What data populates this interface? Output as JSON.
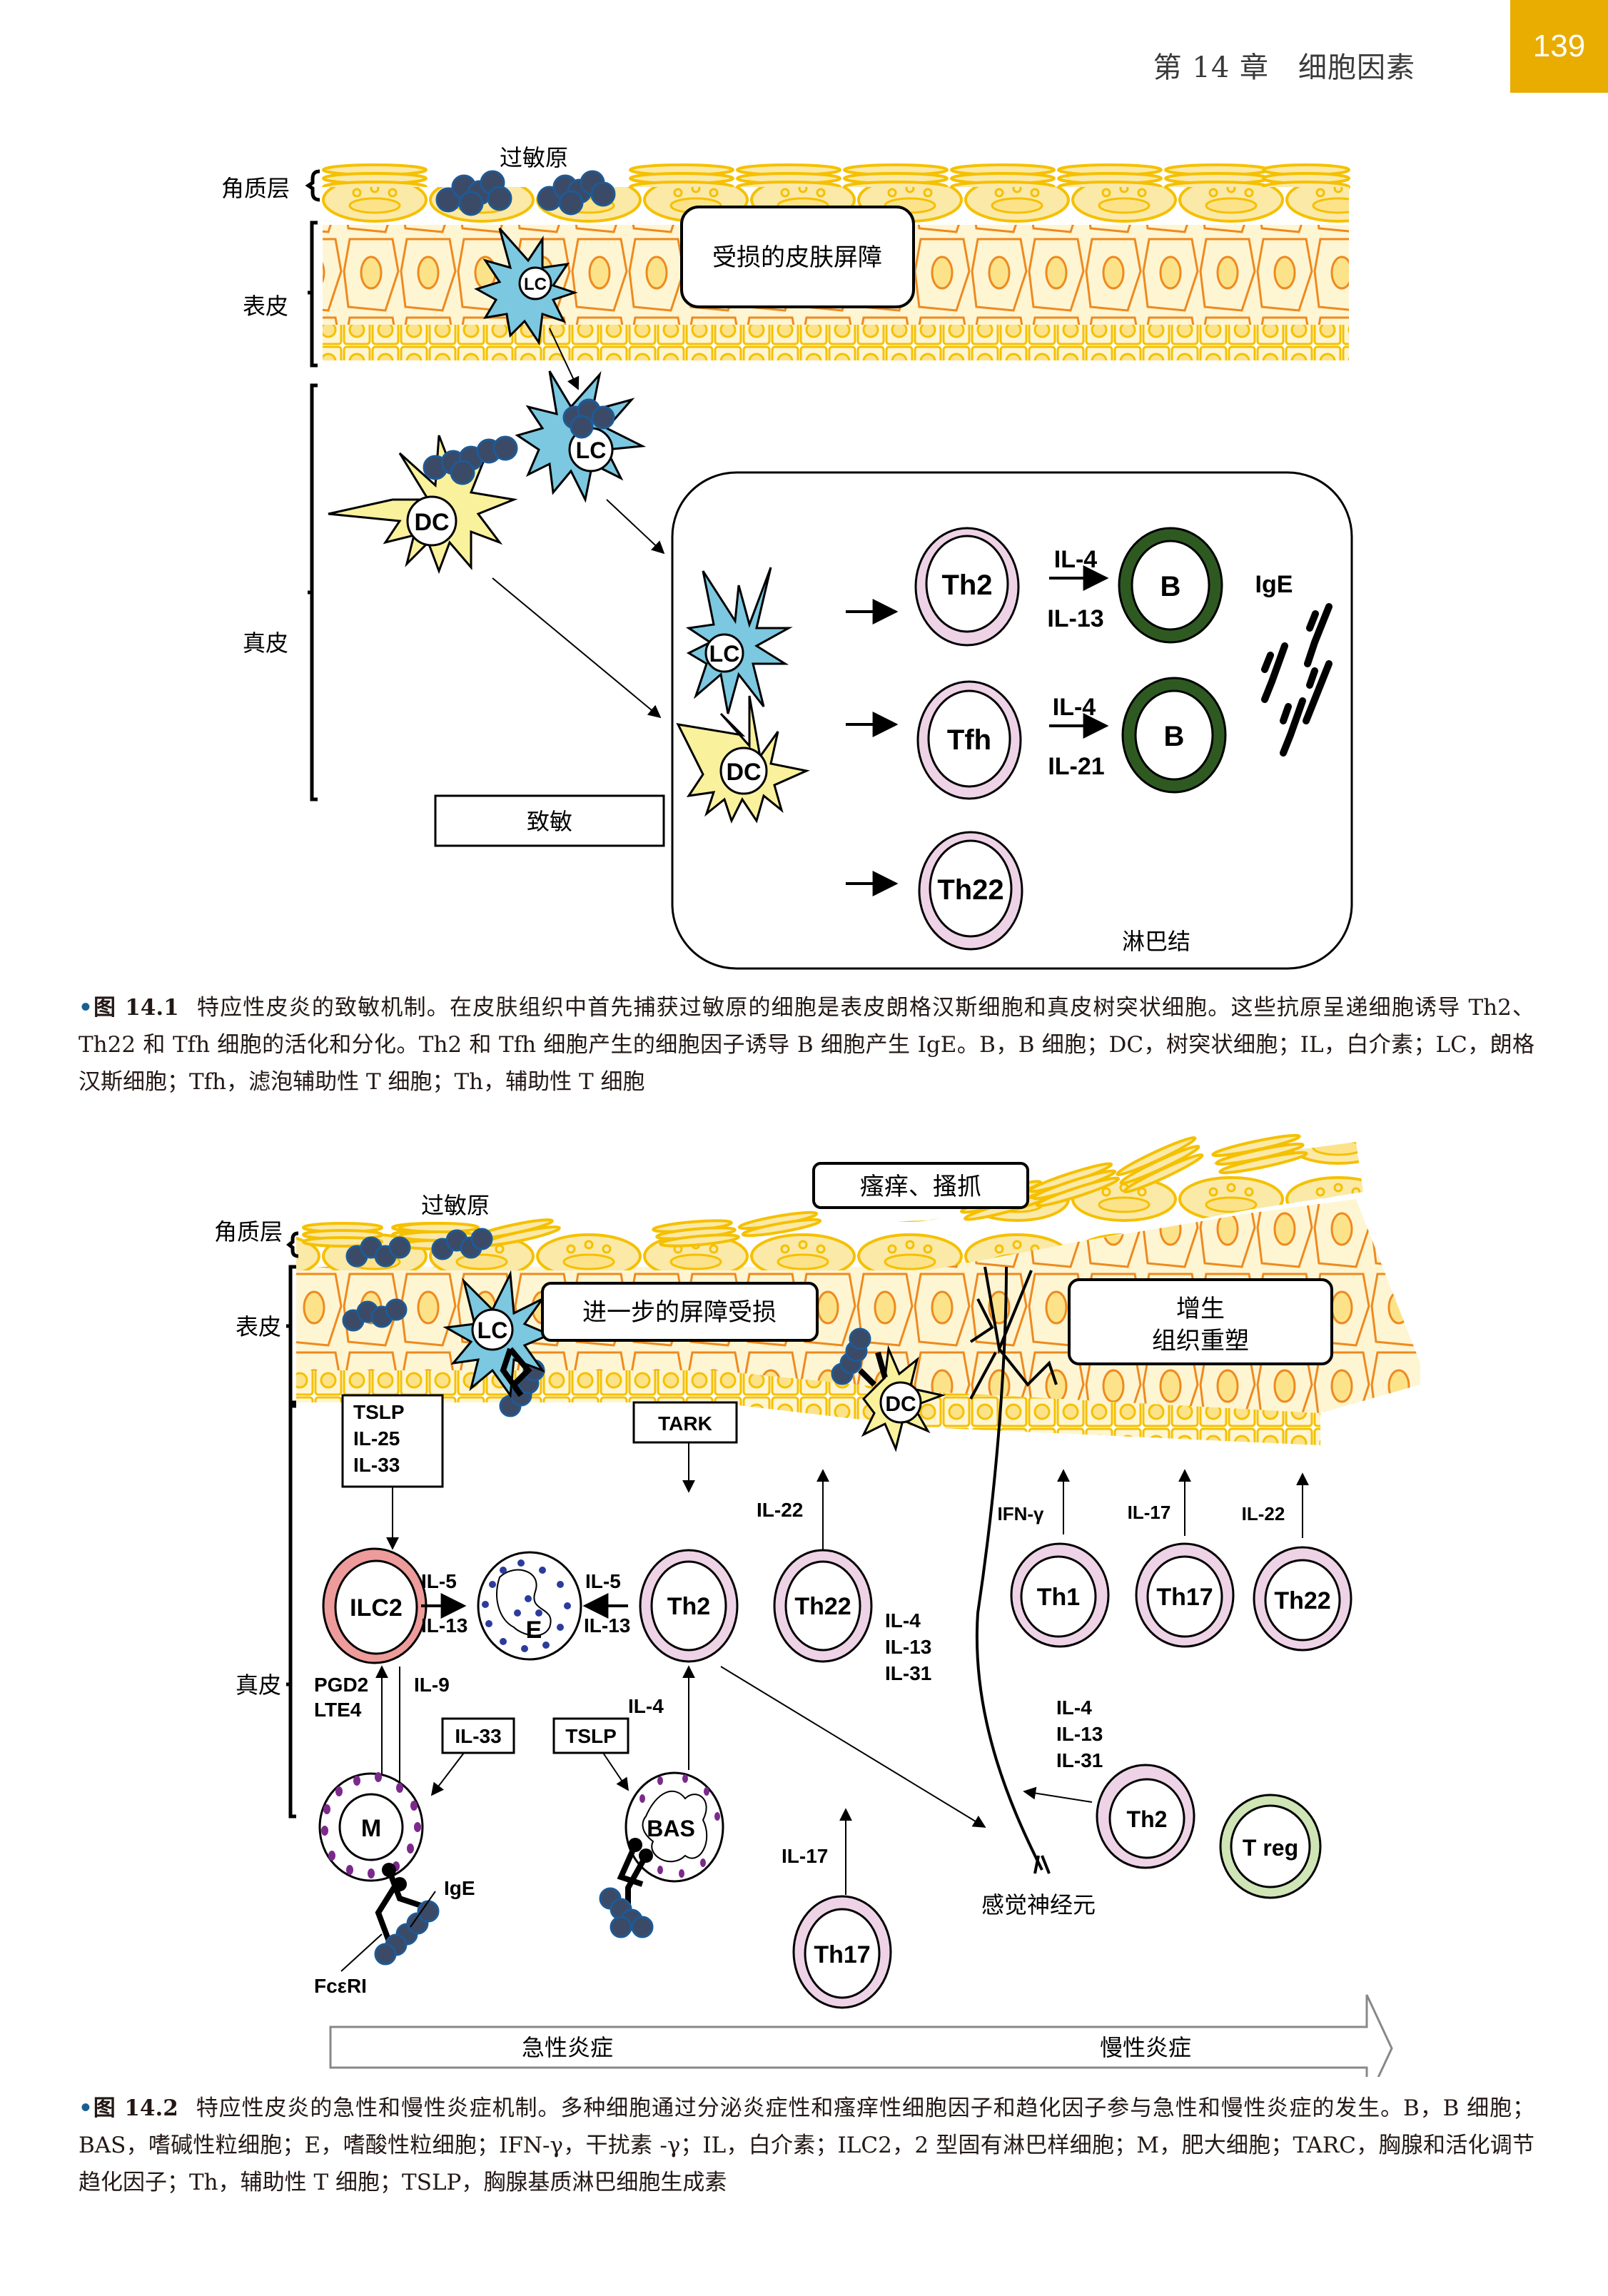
{
  "header": {
    "chapter": "第 14 章　细胞因素",
    "page_number": "139",
    "accent_color": "#E9AC00"
  },
  "figure1": {
    "layers": {
      "stratum_corneum": "角质层",
      "epidermis": "表皮",
      "dermis": "真皮"
    },
    "allergen": "过敏原",
    "damaged_barrier": "受损的皮肤屏障",
    "sensitization": "致敏",
    "lymph_node": "淋巴结",
    "cells": {
      "lc": "LC",
      "dc": "DC",
      "th2": "Th2",
      "tfh": "Tfh",
      "th22": "Th22",
      "b": "B"
    },
    "cytokines": {
      "th2_b_top": "IL-4",
      "th2_b_bottom": "IL-13",
      "tfh_b_top": "IL-4",
      "tfh_b_bottom": "IL-21",
      "ige": "IgE"
    },
    "caption": {
      "label": "图 14.1",
      "text": "特应性皮炎的致敏机制。在皮肤组织中首先捕获过敏原的细胞是表皮朗格汉斯细胞和真皮树突状细胞。这些抗原呈递细胞诱导 Th2、Th22 和 Tfh 细胞的活化和分化。Th2 和 Tfh 细胞产生的细胞因子诱导 B 细胞产生 IgE。B，B 细胞；DC，树突状细胞；IL，白介素；LC，朗格汉斯细胞；Tfh，滤泡辅助性 T 细胞；Th，辅助性 T 细胞"
    }
  },
  "figure2": {
    "layers": {
      "stratum_corneum": "角质层",
      "epidermis": "表皮",
      "dermis": "真皮"
    },
    "allergen": "过敏原",
    "itch_scratch": "瘙痒、搔抓",
    "further_damage": "进一步的屏障受损",
    "hyperplasia": "增生",
    "remodeling": "组织重塑",
    "sensory_neuron": "感觉神经元",
    "boxes": {
      "ilc2_inputs": [
        "TSLP",
        "IL-25",
        "IL-33"
      ],
      "tark": "TARK",
      "il33": "IL-33",
      "tslp": "TSLP"
    },
    "cells": {
      "lc": "LC",
      "dc": "DC",
      "ilc2": "ILC2",
      "e": "E",
      "th2": "Th2",
      "th22": "Th22",
      "th1": "Th1",
      "th17": "Th17",
      "th22_b": "Th22",
      "m": "M",
      "bas": "BAS",
      "th17_b": "Th17",
      "th2_b": "Th2",
      "treg": "T reg"
    },
    "cytokines": {
      "ilc2_e_top": "IL-5",
      "ilc2_e_bottom": "IL-13",
      "th2_e_top": "IL-5",
      "th2_e_bottom": "IL-13",
      "th22_il22": "IL-22",
      "pgd2": "PGD2",
      "lte4": "LTE4",
      "il9": "IL-9",
      "bas_il4": "IL-4",
      "th2_nerve": [
        "IL-4",
        "IL-13",
        "IL-31"
      ],
      "th2b_nerve": [
        "IL-4",
        "IL-13",
        "IL-31"
      ],
      "ifng": "IFN-γ",
      "il17": "IL-17",
      "il22": "IL-22",
      "th17_il17": "IL-17",
      "ige": "IgE",
      "fceri": "FcεRI"
    },
    "timeline": {
      "acute": "急性炎症",
      "chronic": "慢性炎症"
    },
    "caption": {
      "label": "图 14.2",
      "text": "特应性皮炎的急性和慢性炎症机制。多种细胞通过分泌炎症性和瘙痒性细胞因子和趋化因子参与急性和慢性炎症的发生。B，B 细胞；BAS，嗜碱性粒细胞；E，嗜酸性粒细胞；IFN-γ，干扰素 -γ；IL，白介素；ILC2，2 型固有淋巴样细胞；M，肥大细胞；TARC，胸腺和活化调节趋化因子；Th，辅助性 T 细胞；TSLP，胸腺基质淋巴细胞生成素"
    }
  },
  "colors": {
    "corneum_fill": "#FBE9A8",
    "corneum_stroke": "#F5C000",
    "keratinocyte_stroke": "#EE8A1F",
    "keratinocyte_fill": "#FEF5D3",
    "lc_blue": "#7BC8E0",
    "dc_yellow": "#F9F19C",
    "th_pink": "#EED3E6",
    "b_green": "#2E5A22",
    "ilc2_red": "#EE9B9B",
    "treg_green": "#CFE5B6",
    "allergen": "#3B4A66",
    "granule_purple": "#7B2A8C",
    "granule_blue": "#2B3C9B"
  }
}
